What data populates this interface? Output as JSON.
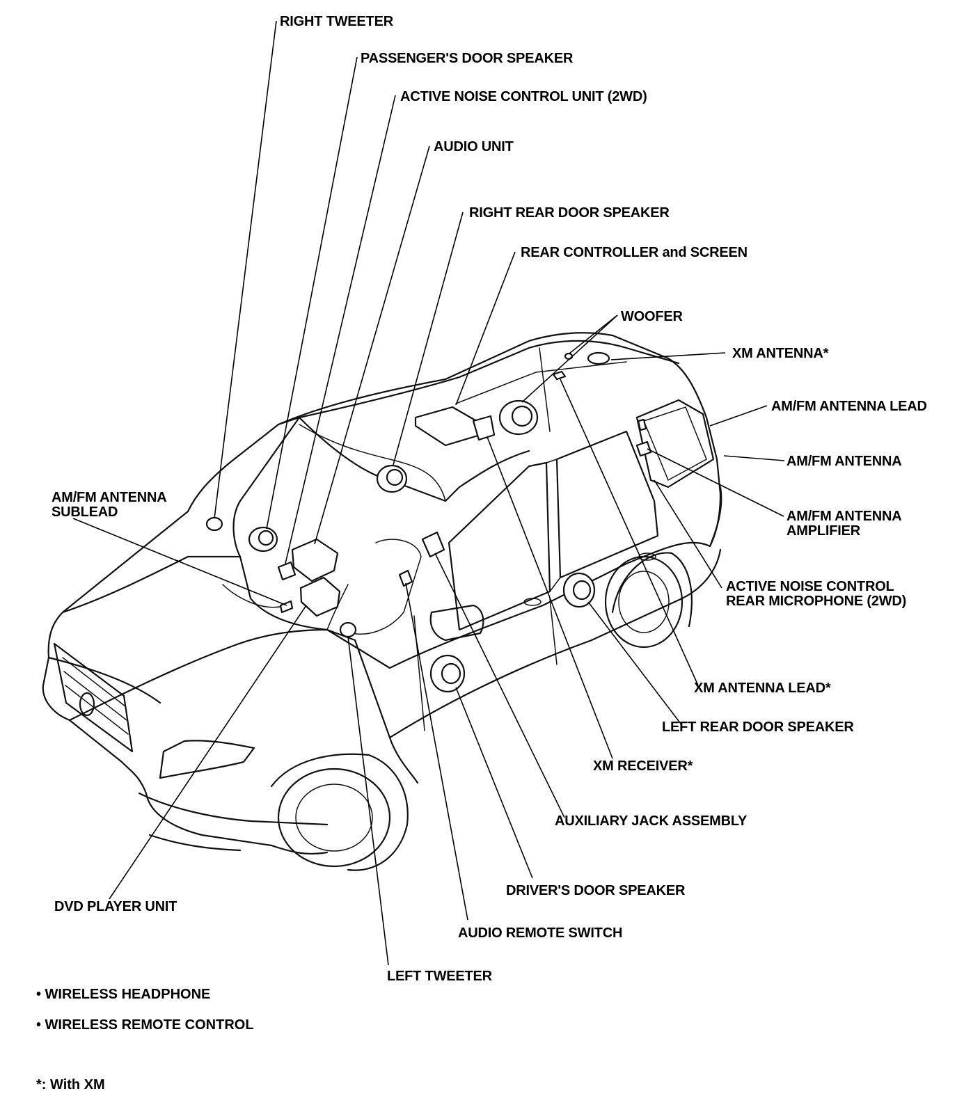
{
  "labels": {
    "right_tweeter": "RIGHT TWEETER",
    "passenger_door_speaker": "PASSENGER'S DOOR SPEAKER",
    "anc_unit": "ACTIVE NOISE CONTROL UNIT (2WD)",
    "audio_unit": "AUDIO UNIT",
    "right_rear_door_speaker": "RIGHT REAR DOOR SPEAKER",
    "rear_controller": "REAR CONTROLLER and SCREEN",
    "woofer": "WOOFER",
    "xm_antenna": "XM ANTENNA*",
    "amfm_antenna_lead": "AM/FM ANTENNA LEAD",
    "amfm_antenna": "AM/FM ANTENNA",
    "amfm_amplifier_1": "AM/FM ANTENNA",
    "amfm_amplifier_2": "AMPLIFIER",
    "anc_mic_1": "ACTIVE NOISE CONTROL",
    "anc_mic_2": "REAR MICROPHONE (2WD)",
    "xm_antenna_lead": "XM ANTENNA LEAD*",
    "left_rear_door_speaker": "LEFT REAR DOOR SPEAKER",
    "xm_receiver": "XM RECEIVER*",
    "aux_jack": "AUXILIARY JACK ASSEMBLY",
    "driver_door_speaker": "DRIVER'S DOOR SPEAKER",
    "audio_remote_switch": "AUDIO REMOTE SWITCH",
    "left_tweeter": "LEFT TWEETER",
    "dvd_player": "DVD PLAYER UNIT",
    "sublead_1": "AM/FM ANTENNA",
    "sublead_2": "SUBLEAD"
  },
  "notes": {
    "wireless_headphone": "• WIRELESS HEADPHONE",
    "wireless_remote": "• WIRELESS REMOTE CONTROL",
    "footnote": "*: With XM"
  }
}
